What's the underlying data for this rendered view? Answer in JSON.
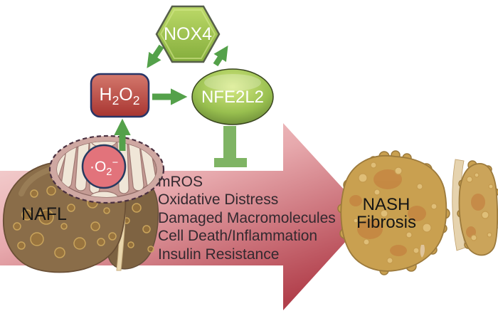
{
  "figure": {
    "nodes": {
      "nox4": {
        "label": "NOX4"
      },
      "h2o2": {
        "base1": "H",
        "sub1": "2",
        "base2": "O",
        "sub2": "2"
      },
      "nfe2l2": {
        "label": "NFE2L2"
      },
      "superoxide": {
        "base": "·O",
        "sub": "2",
        "sup": "−"
      }
    },
    "states": {
      "nafl": {
        "label": "NAFL"
      },
      "nash": {
        "line1": "NASH",
        "line2": "Fibrosis"
      }
    },
    "consequences": [
      "mROS",
      "Oxidative Distress",
      "Damaged Macromolecules",
      "Cell Death/Inflammation",
      "Insulin Resistance"
    ],
    "colors": {
      "node_green": "#9ec94f",
      "h2o2_red": "#bc4a41",
      "activation_arrow_green": "#54a14a",
      "inhibition_bar_green": "#7fb464",
      "process_arrow_light": "#f7dcdb",
      "process_arrow_dark": "#b4414d",
      "nafl_liver_brown": "#8a6d49",
      "nash_liver_tan": "#c9a158",
      "mitochondrion_pink": "#cfa8a2",
      "superoxide_pink": "#e2737b"
    }
  }
}
